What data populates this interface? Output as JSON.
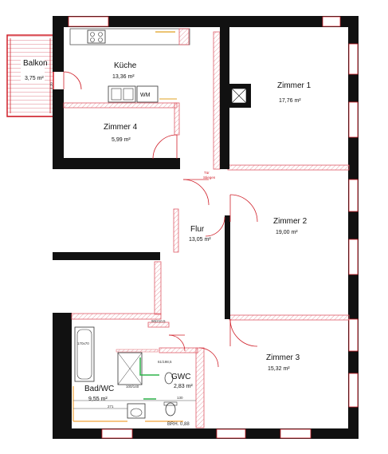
{
  "rooms": {
    "balkon": {
      "name": "Balkon",
      "area": "3,75 m²"
    },
    "kueche": {
      "name": "Küche",
      "area": "13,36 m²"
    },
    "zimmer1": {
      "name": "Zimmer 1",
      "area": "17,76 m²"
    },
    "zimmer4": {
      "name": "Zimmer 4",
      "area": "5,99 m²"
    },
    "zimmer2": {
      "name": "Zimmer 2",
      "area": "19,00 m²"
    },
    "flur": {
      "name": "Flur",
      "area": "13,05 m²"
    },
    "zimmer3": {
      "name": "Zimmer 3",
      "area": "15,32 m²"
    },
    "bad": {
      "name": "Bad/WC",
      "area": "9,55 m²"
    },
    "gwc": {
      "name": "GWC",
      "area": "2,83 m²"
    }
  },
  "labels": {
    "wm": "WM",
    "brh": "BRH. 0,88",
    "tiny_tuer_1": "Tür",
    "tiny_tuer_2": "Stiegen",
    "dim_130": "130",
    "dim_271": "271",
    "dim_100": "100/140",
    "dim_61": "61/198,5",
    "dim_170": "170x70",
    "dim_90": "90/210,5",
    "dim_bal": "4,20"
  },
  "colors": {
    "wall": "#111111",
    "partition": "#e05a66",
    "hatch": "#e6a0a8",
    "wet": "#f2a33a",
    "green": "#2db34a"
  }
}
